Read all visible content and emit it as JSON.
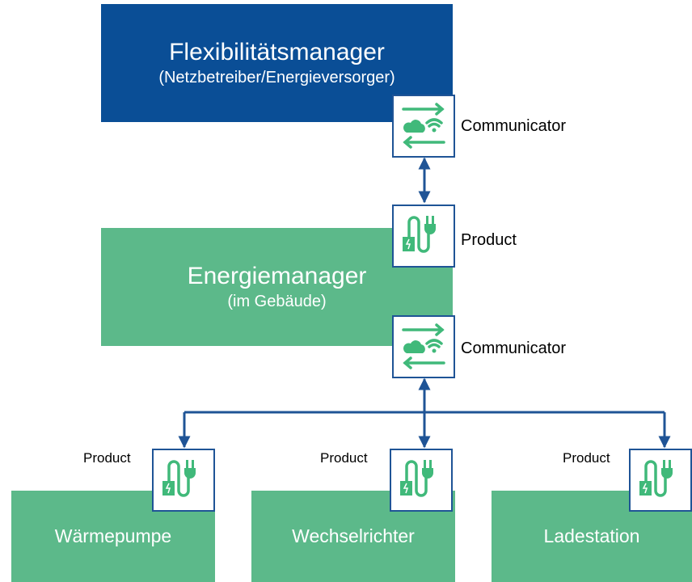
{
  "colors": {
    "top_box": "#0a4e96",
    "green_box": "#5cb98a",
    "arrow": "#1f5496",
    "icon_green": "#40b97a"
  },
  "top_box": {
    "title": "Flexibilitätsmanager",
    "subtitle": "(Netzbetreiber/Energieversorger)"
  },
  "middle_box": {
    "title": "Energiemanager",
    "subtitle": "(im Gebäude)"
  },
  "devices": [
    "Wärmepumpe",
    "Wechselrichter",
    "Ladestation"
  ],
  "labels": {
    "communicator": "Communicator",
    "product": "Product"
  },
  "icons": {
    "communicator": "communicator-icon",
    "product": "product-plug-icon"
  }
}
